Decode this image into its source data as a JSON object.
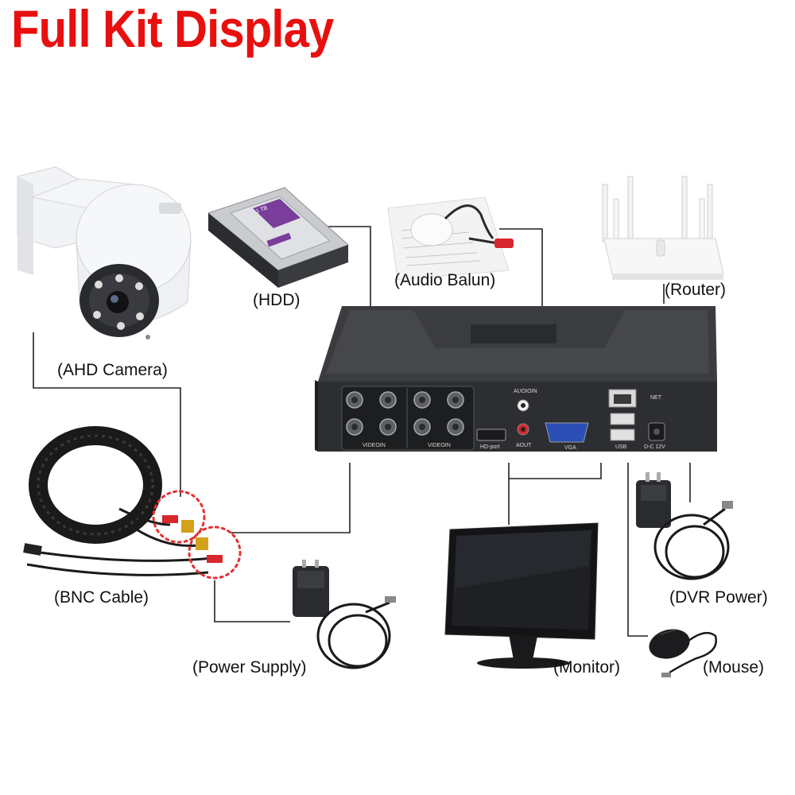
{
  "title": "Full Kit Display",
  "labels": {
    "ahd_camera": "(AHD Camera)",
    "hdd": "(HDD)",
    "audio_balun": "(Audio Balun)",
    "router": "(Router)",
    "bnc_cable": "(BNC Cable)",
    "power_supply": "(Power Supply)",
    "monitor": "(Monitor)",
    "mouse": "(Mouse)",
    "dvr_power": "(DVR Power)"
  },
  "dvr_ports": {
    "videoin_left": "VIDEOIN",
    "videoin_right": "VIDEOIN",
    "hd_port": "HD-port",
    "audio_in": "AUOIOIN",
    "audio_out": "AOUT",
    "vga": "VGA",
    "usb": "USB",
    "net": "NET",
    "dc": "D-C 12V"
  },
  "hdd_sticker": "1 TB",
  "colors": {
    "title": "#e8100f",
    "connector_line": "#222222",
    "highlight_circle": "#e53030",
    "dvr_body": "#3b3c3f",
    "hdd_label": "#7a3d9c"
  }
}
